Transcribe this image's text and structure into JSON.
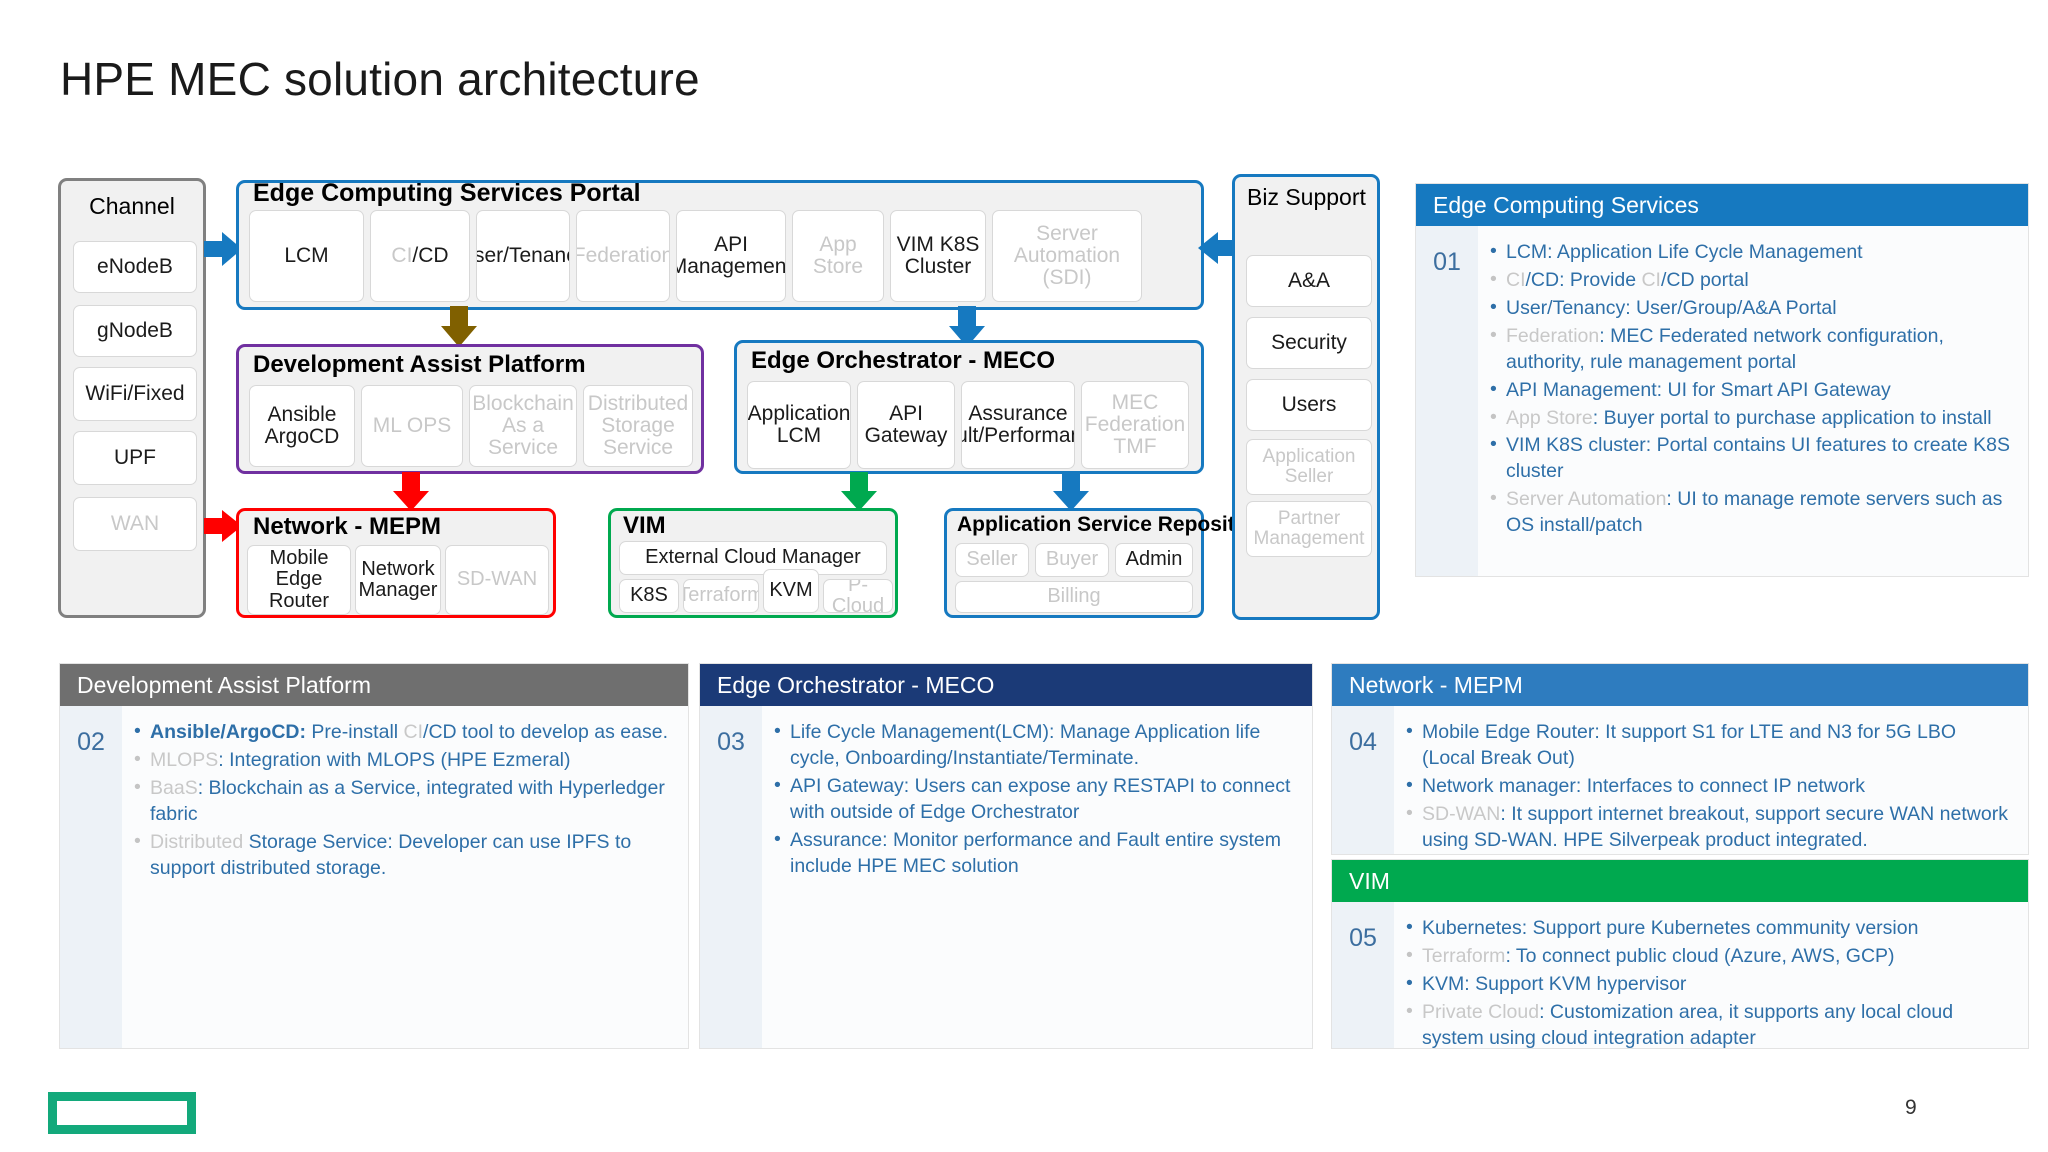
{
  "slide": {
    "title": "HPE MEC solution architecture",
    "page_number": "9",
    "logo": "hpe-logo",
    "accent_green": "#13A97B",
    "accent_blue": "#1679C0",
    "accent_purple": "#7030A0",
    "accent_red": "#FF0000",
    "accent_vim_green": "#00A94F"
  },
  "channel": {
    "title": "Channel",
    "items": [
      {
        "label": "eNodeB",
        "dim": false
      },
      {
        "label": "gNodeB",
        "dim": false
      },
      {
        "label": "WiFi/Fixed",
        "dim": false
      },
      {
        "label": "UPF",
        "dim": false
      },
      {
        "label": "WAN",
        "dim": true
      }
    ]
  },
  "portal": {
    "title": "Edge Computing Services Portal",
    "items": [
      {
        "label": "LCM",
        "dim": false
      },
      {
        "label": "CI/CD",
        "dim": false,
        "split": true,
        "pre": "CI",
        "post": "/CD"
      },
      {
        "label": "User/Tenancy",
        "dim": false
      },
      {
        "label": "Federation",
        "dim": true
      },
      {
        "label": "API Management",
        "dim": false
      },
      {
        "label": "App Store",
        "dim": true
      },
      {
        "label": "VIM K8S Cluster",
        "dim": false
      },
      {
        "label": "Server Automation (SDI)",
        "dim": true
      }
    ]
  },
  "dev_assist": {
    "title": "Development Assist Platform",
    "items": [
      {
        "label": "Ansible ArgoCD",
        "dim": false
      },
      {
        "label": "ML OPS",
        "dim": true
      },
      {
        "label": "Blockchain As a Service",
        "dim": true
      },
      {
        "label": "Distributed Storage Service",
        "dim": true
      }
    ]
  },
  "meco": {
    "title": "Edge Orchestrator - MECO",
    "items": [
      {
        "label": "Application LCM",
        "dim": false
      },
      {
        "label": "API Gateway",
        "dim": false
      },
      {
        "label": "Assurance Fault/Performance",
        "dim": false
      },
      {
        "label": "MEC Federation TMF",
        "dim": true
      }
    ]
  },
  "mepm": {
    "title": "Network - MEPM",
    "items": [
      {
        "label": "Mobile Edge Router",
        "dim": false
      },
      {
        "label": "Network Manager",
        "dim": false
      },
      {
        "label": "SD-WAN",
        "dim": true
      }
    ]
  },
  "vim": {
    "title": "VIM",
    "wide_item": {
      "label": "External Cloud Manager",
      "dim": false
    },
    "items": [
      {
        "label": "K8S",
        "dim": false
      },
      {
        "label": "Terraform",
        "dim": true
      },
      {
        "label": "KVM",
        "dim": false
      },
      {
        "label": "P-Cloud",
        "dim": true
      }
    ]
  },
  "app_service_repository": {
    "title": "Application Service Repository",
    "items": [
      {
        "label": "Seller",
        "dim": true
      },
      {
        "label": "Buyer",
        "dim": true
      },
      {
        "label": "Admin",
        "dim": false
      }
    ],
    "wide_item": {
      "label": "Billing",
      "dim": true
    }
  },
  "biz_support": {
    "title": "Biz Support",
    "items": [
      {
        "label": "A&A",
        "dim": false
      },
      {
        "label": "Security",
        "dim": false
      },
      {
        "label": "Users",
        "dim": false
      },
      {
        "label": "Application Seller",
        "dim": true
      },
      {
        "label": "Partner Management",
        "dim": true
      }
    ]
  },
  "panels": [
    {
      "id": "edge-computing-services",
      "number": "01",
      "title": "Edge Computing Services",
      "header_color": "#1679C0",
      "bullets": [
        {
          "dim_prefix": "",
          "prefix": "LCM:",
          "text": " Application Life Cycle Management",
          "bullet_dim": false
        },
        {
          "dim_prefix": "CI",
          "prefix": "/CD:",
          "text": " Provide ",
          "dim_mid": "CI",
          "tail": "/CD portal",
          "bullet_dim": true
        },
        {
          "dim_prefix": "",
          "prefix": "User/Tenancy:",
          "text": " User/Group/A&A Portal",
          "bullet_dim": false
        },
        {
          "dim_prefix": "Federation",
          "prefix": ":",
          "text": " MEC Federated network configuration, authority, rule management portal",
          "bullet_dim": true
        },
        {
          "dim_prefix": "",
          "prefix": "API Management:",
          "text": " UI for Smart API Gateway",
          "bullet_dim": false
        },
        {
          "dim_prefix": "App Store",
          "prefix": ":",
          "text": " Buyer portal to purchase application to install",
          "bullet_dim": true
        },
        {
          "dim_prefix": "",
          "prefix": "VIM K8S cluster:",
          "text": " Portal contains UI features to create K8S cluster",
          "bullet_dim": false
        },
        {
          "dim_prefix": "Server Automation",
          "prefix": ":",
          "text": " UI to manage remote servers such as OS install/patch",
          "bullet_dim": true
        }
      ]
    },
    {
      "id": "development-assist-platform",
      "number": "02",
      "title": "Development Assist Platform",
      "header_color": "#6F6F6F",
      "bullets": [
        {
          "dim_prefix": "",
          "prefix": "Ansible/ArgoCD:",
          "bold_prefix": true,
          "text": " Pre-install ",
          "dim_mid": "CI",
          "tail": "/CD tool to develop as ease.",
          "bullet_dim": false
        },
        {
          "dim_prefix": "MLOPS",
          "prefix": ":",
          "text": " Integration with MLOPS (HPE Ezmeral)",
          "bullet_dim": true
        },
        {
          "dim_prefix": "BaaS",
          "prefix": ":",
          "text": " Blockchain as a Service, integrated with Hyperledger fabric",
          "bullet_dim": true
        },
        {
          "dim_prefix": "Distributed ",
          "prefix": "",
          "text": "Storage Service: Developer can use IPFS to support distributed storage.",
          "bullet_dim": true
        }
      ]
    },
    {
      "id": "edge-orchestrator-meco",
      "number": "03",
      "title": "Edge Orchestrator - MECO",
      "header_color": "#1B3A77",
      "bullets": [
        {
          "dim_prefix": "",
          "prefix": "",
          "text": "Life Cycle Management(LCM): Manage Application life cycle, Onboarding/Instantiate/Terminate.",
          "bullet_dim": false
        },
        {
          "dim_prefix": "",
          "prefix": "",
          "text": "API Gateway: Users can expose any RESTAPI to connect with outside of Edge Orchestrator",
          "bullet_dim": false
        },
        {
          "dim_prefix": "",
          "prefix": "",
          "text": "Assurance: Monitor performance and Fault entire system include HPE MEC solution",
          "bullet_dim": false
        }
      ]
    },
    {
      "id": "network-mepm",
      "number": "04",
      "title": "Network - MEPM",
      "header_color": "#2E7CBF",
      "bullets": [
        {
          "dim_prefix": "",
          "prefix": "",
          "text": "Mobile Edge Router: It support S1 for LTE and N3 for 5G LBO (Local Break Out)",
          "bullet_dim": false
        },
        {
          "dim_prefix": "",
          "prefix": "",
          "text": "Network manager: Interfaces to connect IP network",
          "bullet_dim": false
        },
        {
          "dim_prefix": "SD-WAN",
          "prefix": ":",
          "text": " It support internet breakout, support secure WAN network using SD-WAN. HPE Silverpeak product integrated.",
          "bullet_dim": true
        }
      ]
    },
    {
      "id": "vim-panel",
      "number": "05",
      "title": "VIM",
      "header_color": "#00A94F",
      "bullets": [
        {
          "dim_prefix": "",
          "prefix": "",
          "text": "Kubernetes: Support pure Kubernetes community version",
          "bullet_dim": false
        },
        {
          "dim_prefix": "Terraform",
          "prefix": ":",
          "text": " To connect public cloud (Azure, AWS, GCP)",
          "bullet_dim": true
        },
        {
          "dim_prefix": "",
          "prefix": "",
          "text": "KVM: Support KVM hypervisor",
          "bullet_dim": false
        },
        {
          "dim_prefix": "Private Cloud",
          "prefix": ":",
          "text": " Customization area, it supports any local cloud system using cloud integration adapter",
          "bullet_dim": true
        }
      ]
    }
  ],
  "arrows": [
    {
      "name": "arrow-channel-to-portal",
      "direction": "right",
      "color": "#1679C0"
    },
    {
      "name": "arrow-channel-to-mepm",
      "direction": "right",
      "color": "#FF0000"
    },
    {
      "name": "arrow-portal-to-dev-assist",
      "direction": "down",
      "color": "#7F6000"
    },
    {
      "name": "arrow-portal-to-meco",
      "direction": "down",
      "color": "#1679C0"
    },
    {
      "name": "arrow-biz-to-portal",
      "direction": "left",
      "color": "#1679C0"
    },
    {
      "name": "arrow-dev-assist-to-mepm",
      "direction": "down",
      "color": "#FF0000"
    },
    {
      "name": "arrow-meco-to-vim",
      "direction": "down",
      "color": "#00A94F"
    },
    {
      "name": "arrow-meco-to-app-repo",
      "direction": "down",
      "color": "#1679C0"
    }
  ]
}
